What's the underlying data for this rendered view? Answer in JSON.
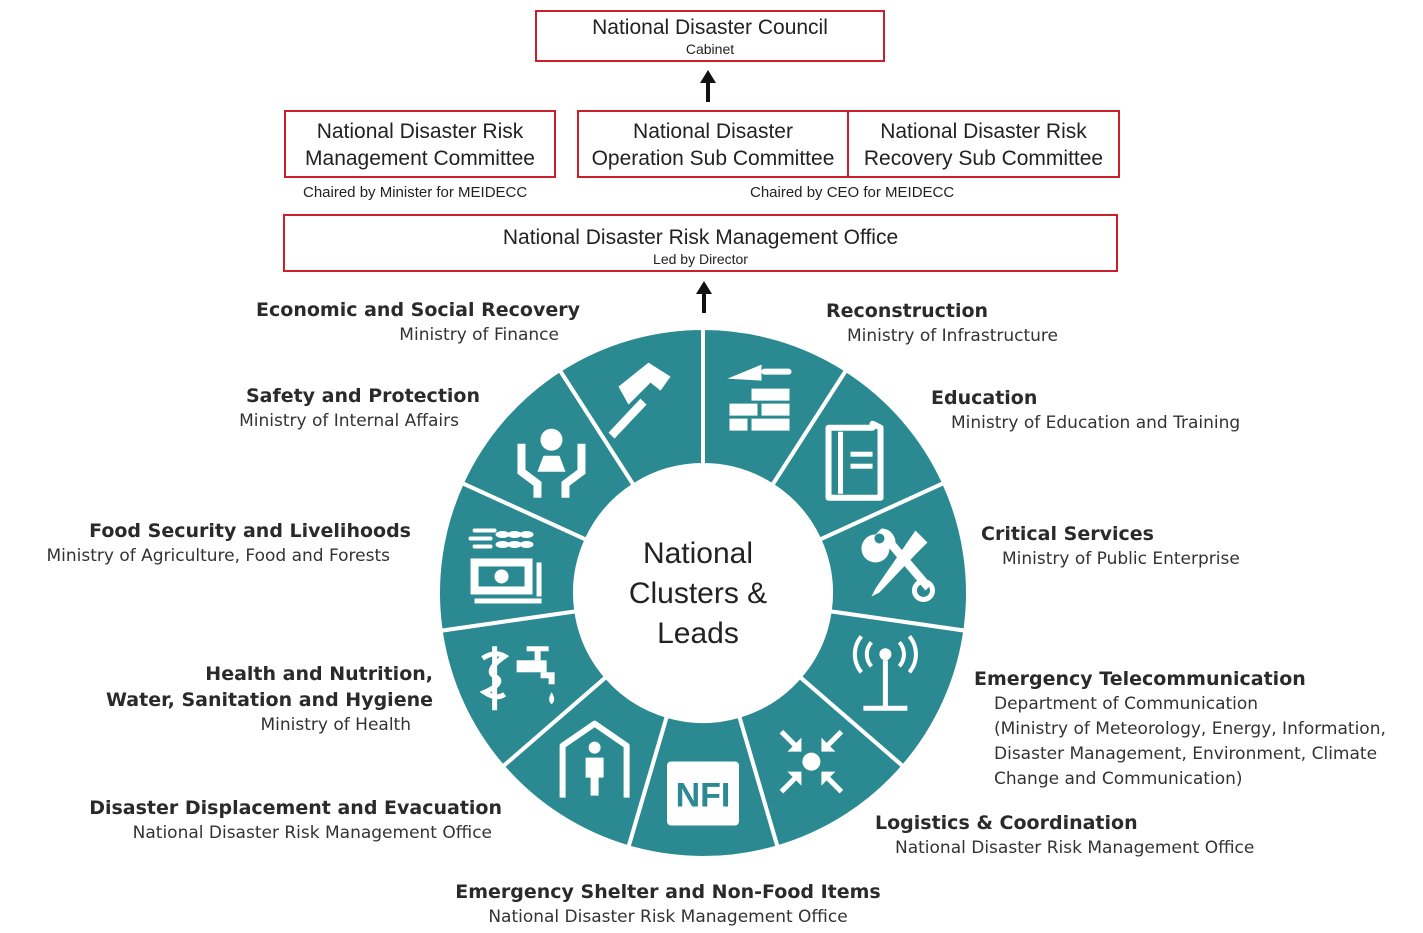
{
  "council": {
    "title": "National Disaster Council",
    "subtitle": "Cabinet"
  },
  "committees": [
    {
      "title_line1": "National Disaster Risk",
      "title_line2": "Management Committee"
    },
    {
      "title_line1": "National Disaster",
      "title_line2": "Operation Sub Committee"
    },
    {
      "title_line1": "National Disaster Risk",
      "title_line2": "Recovery Sub Committee"
    }
  ],
  "captions": {
    "left": "Chaired by Minister for MEIDECC",
    "right": "Chaired by CEO for MEIDECC"
  },
  "office": {
    "title": "National Disaster Risk Management Office",
    "subtitle": "Led by Director"
  },
  "center": {
    "line1": "National",
    "line2": "Clusters &",
    "line3": "Leads"
  },
  "colors": {
    "wheel": "#2b8a91",
    "box_border": "#c9202b",
    "arrow": "#111111"
  },
  "clusters": [
    {
      "name": "Reconstruction",
      "lead": "Ministry of Infrastructure",
      "icon": "trowel-bricks-icon"
    },
    {
      "name": "Education",
      "lead": "Ministry of Education and Training",
      "icon": "book-icon"
    },
    {
      "name": "Critical Services",
      "lead": "Ministry of Public Enterprise",
      "icon": "wrench-screwdriver-icon"
    },
    {
      "name": "Emergency Telecommunication",
      "lead": "Department of Communication",
      "lead_line2": "(Ministry of Meteorology, Energy, Information,",
      "lead_line3": "Disaster Management, Environment, Climate",
      "lead_line4": "Change and Communication)",
      "icon": "antenna-icon"
    },
    {
      "name": "Logistics & Coordination",
      "lead": "National Disaster Risk Management Office",
      "icon": "converging-arrows-icon"
    },
    {
      "name": "Emergency Shelter and Non-Food Items",
      "lead": "National Disaster Risk Management Office",
      "icon": "nfi-icon"
    },
    {
      "name": "Disaster Displacement and Evacuation",
      "lead": "National Disaster Risk Management Office",
      "icon": "person-shelter-icon"
    },
    {
      "name": "Health and Nutrition,",
      "name_line2": "Water, Sanitation and Hygiene",
      "lead": "Ministry of Health",
      "icon": "caduceus-tap-icon"
    },
    {
      "name": "Food Security and Livelihoods",
      "lead": "Ministry of Agriculture, Food and Forests",
      "icon": "wheat-money-icon"
    },
    {
      "name": "Safety and Protection",
      "lead": "Ministry of Internal Affairs",
      "icon": "hands-protection-icon"
    },
    {
      "name": "Economic and Social Recovery",
      "lead": "Ministry of Finance",
      "icon": "hammer-icon"
    }
  ]
}
